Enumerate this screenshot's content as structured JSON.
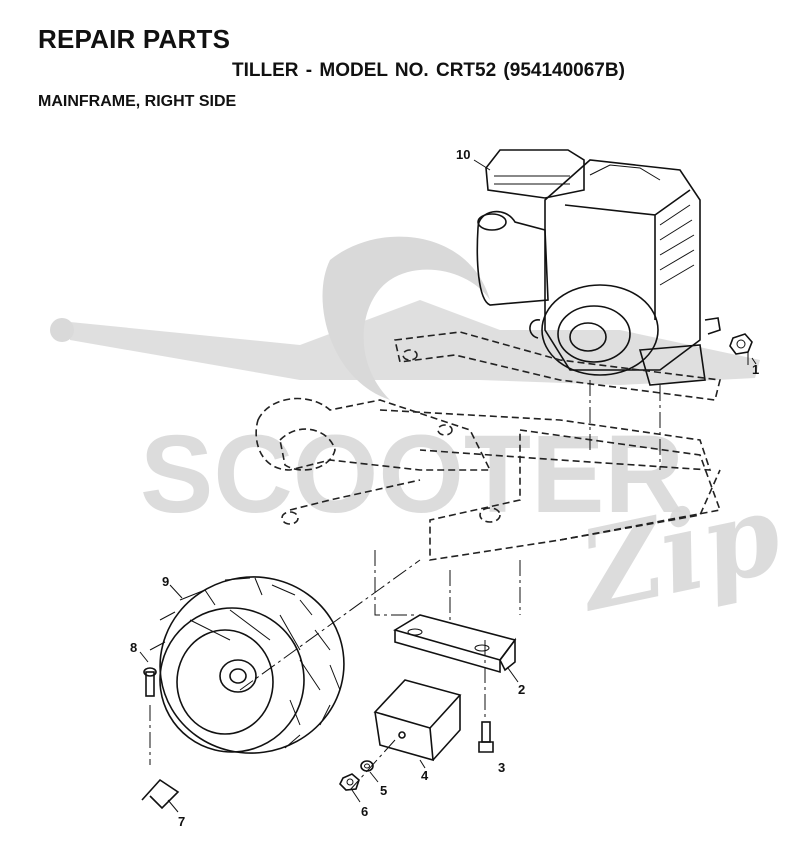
{
  "header": {
    "title": "REPAIR PARTS",
    "subtitle": "TILLER - MODEL NO. CRT52  (954140067B)",
    "section": "MAINFRAME, RIGHT SIDE"
  },
  "watermark": {
    "text": "SCOOTER",
    "script": "Zip",
    "color": "#d9d9d9"
  },
  "callouts": {
    "c1": "1",
    "c2": "2",
    "c3": "3",
    "c4": "4",
    "c5": "5",
    "c6": "6",
    "c7": "7",
    "c8": "8",
    "c9": "9",
    "c10": "10"
  }
}
